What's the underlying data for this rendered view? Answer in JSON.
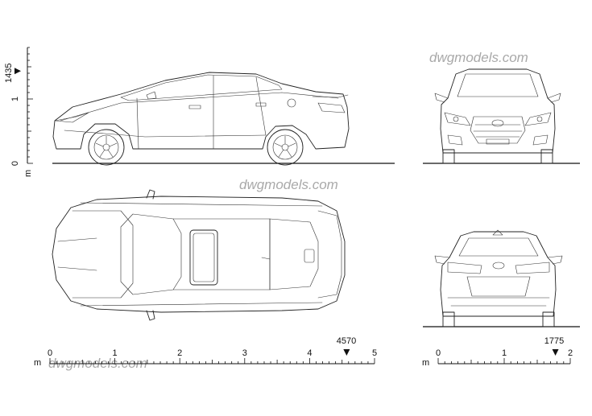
{
  "watermarks": [
    "dwgmodels.com",
    "dwgmodels.com",
    "dwgmodels.com"
  ],
  "vertical_scale": {
    "unit": "m",
    "ticks": [
      "0",
      "1"
    ],
    "marker_value": "1435",
    "tick_values": [
      0,
      1
    ],
    "marker": 1.435,
    "max": 1.8
  },
  "length_scale": {
    "unit": "m",
    "ticks": [
      "0",
      "1",
      "2",
      "3",
      "4",
      "5"
    ],
    "marker_value": "4570",
    "tick_values": [
      0,
      1,
      2,
      3,
      4,
      5
    ],
    "marker": 4.57
  },
  "width_scale": {
    "unit": "m",
    "ticks": [
      "0",
      "1",
      "2"
    ],
    "marker_value": "1775",
    "tick_values": [
      0,
      1,
      2
    ],
    "marker": 1.775
  },
  "views": [
    "side",
    "front",
    "top",
    "rear"
  ],
  "colors": {
    "line": "#222222",
    "watermark": "#a9a9a9",
    "background": "#ffffff"
  }
}
